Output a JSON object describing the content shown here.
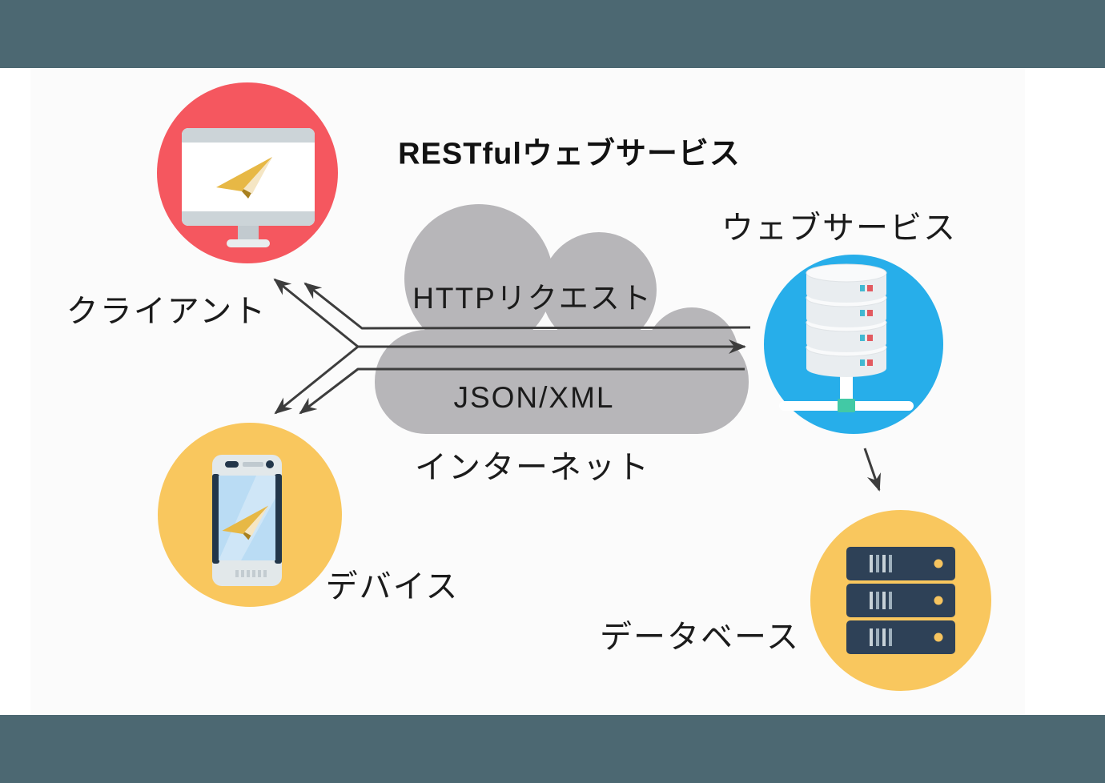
{
  "frame": {
    "top_bar_color": "#4c6872",
    "bottom_bar_color": "#4c6872",
    "background_color": "#ffffff",
    "canvas_color": "#fbfbfb"
  },
  "diagram": {
    "title": "RESTfulウェブサービス",
    "cloud": {
      "label": "インターネット",
      "request_label": "HTTPリクエスト",
      "response_label": "JSON/XML",
      "color": "#b7b6b9"
    },
    "nodes": {
      "client": {
        "label": "クライアント",
        "icon": "desktop-computer-icon",
        "circle_color": "#f5575f"
      },
      "device": {
        "label": "デバイス",
        "icon": "smartphone-icon",
        "circle_color": "#f9c75e"
      },
      "web_service": {
        "label": "ウェブサービス",
        "icon": "database-stack-icon",
        "circle_color": "#27aeea"
      },
      "database": {
        "label": "データベース",
        "icon": "server-rack-icon",
        "circle_color": "#f9c75e"
      }
    },
    "arrow_color": "#3d3d3d"
  }
}
